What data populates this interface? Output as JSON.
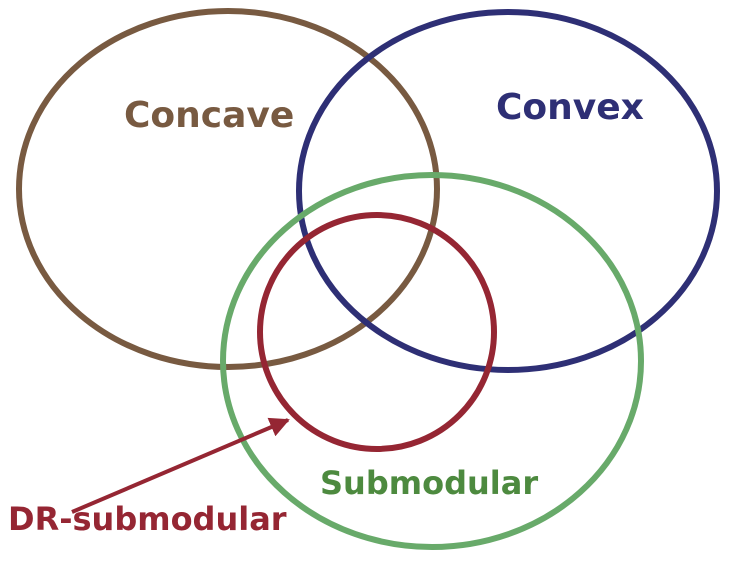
{
  "sets": {
    "concave": {
      "label": "Concave",
      "color": "#785a41"
    },
    "convex": {
      "label": "Convex",
      "color": "#2e2f75"
    },
    "submodular": {
      "label": "Submodular",
      "color": "#68aa6a"
    },
    "dr_submodular": {
      "label": "DR-submodular",
      "color": "#952633"
    }
  },
  "label_colors": {
    "submodular_text": "#4d8a3f"
  }
}
